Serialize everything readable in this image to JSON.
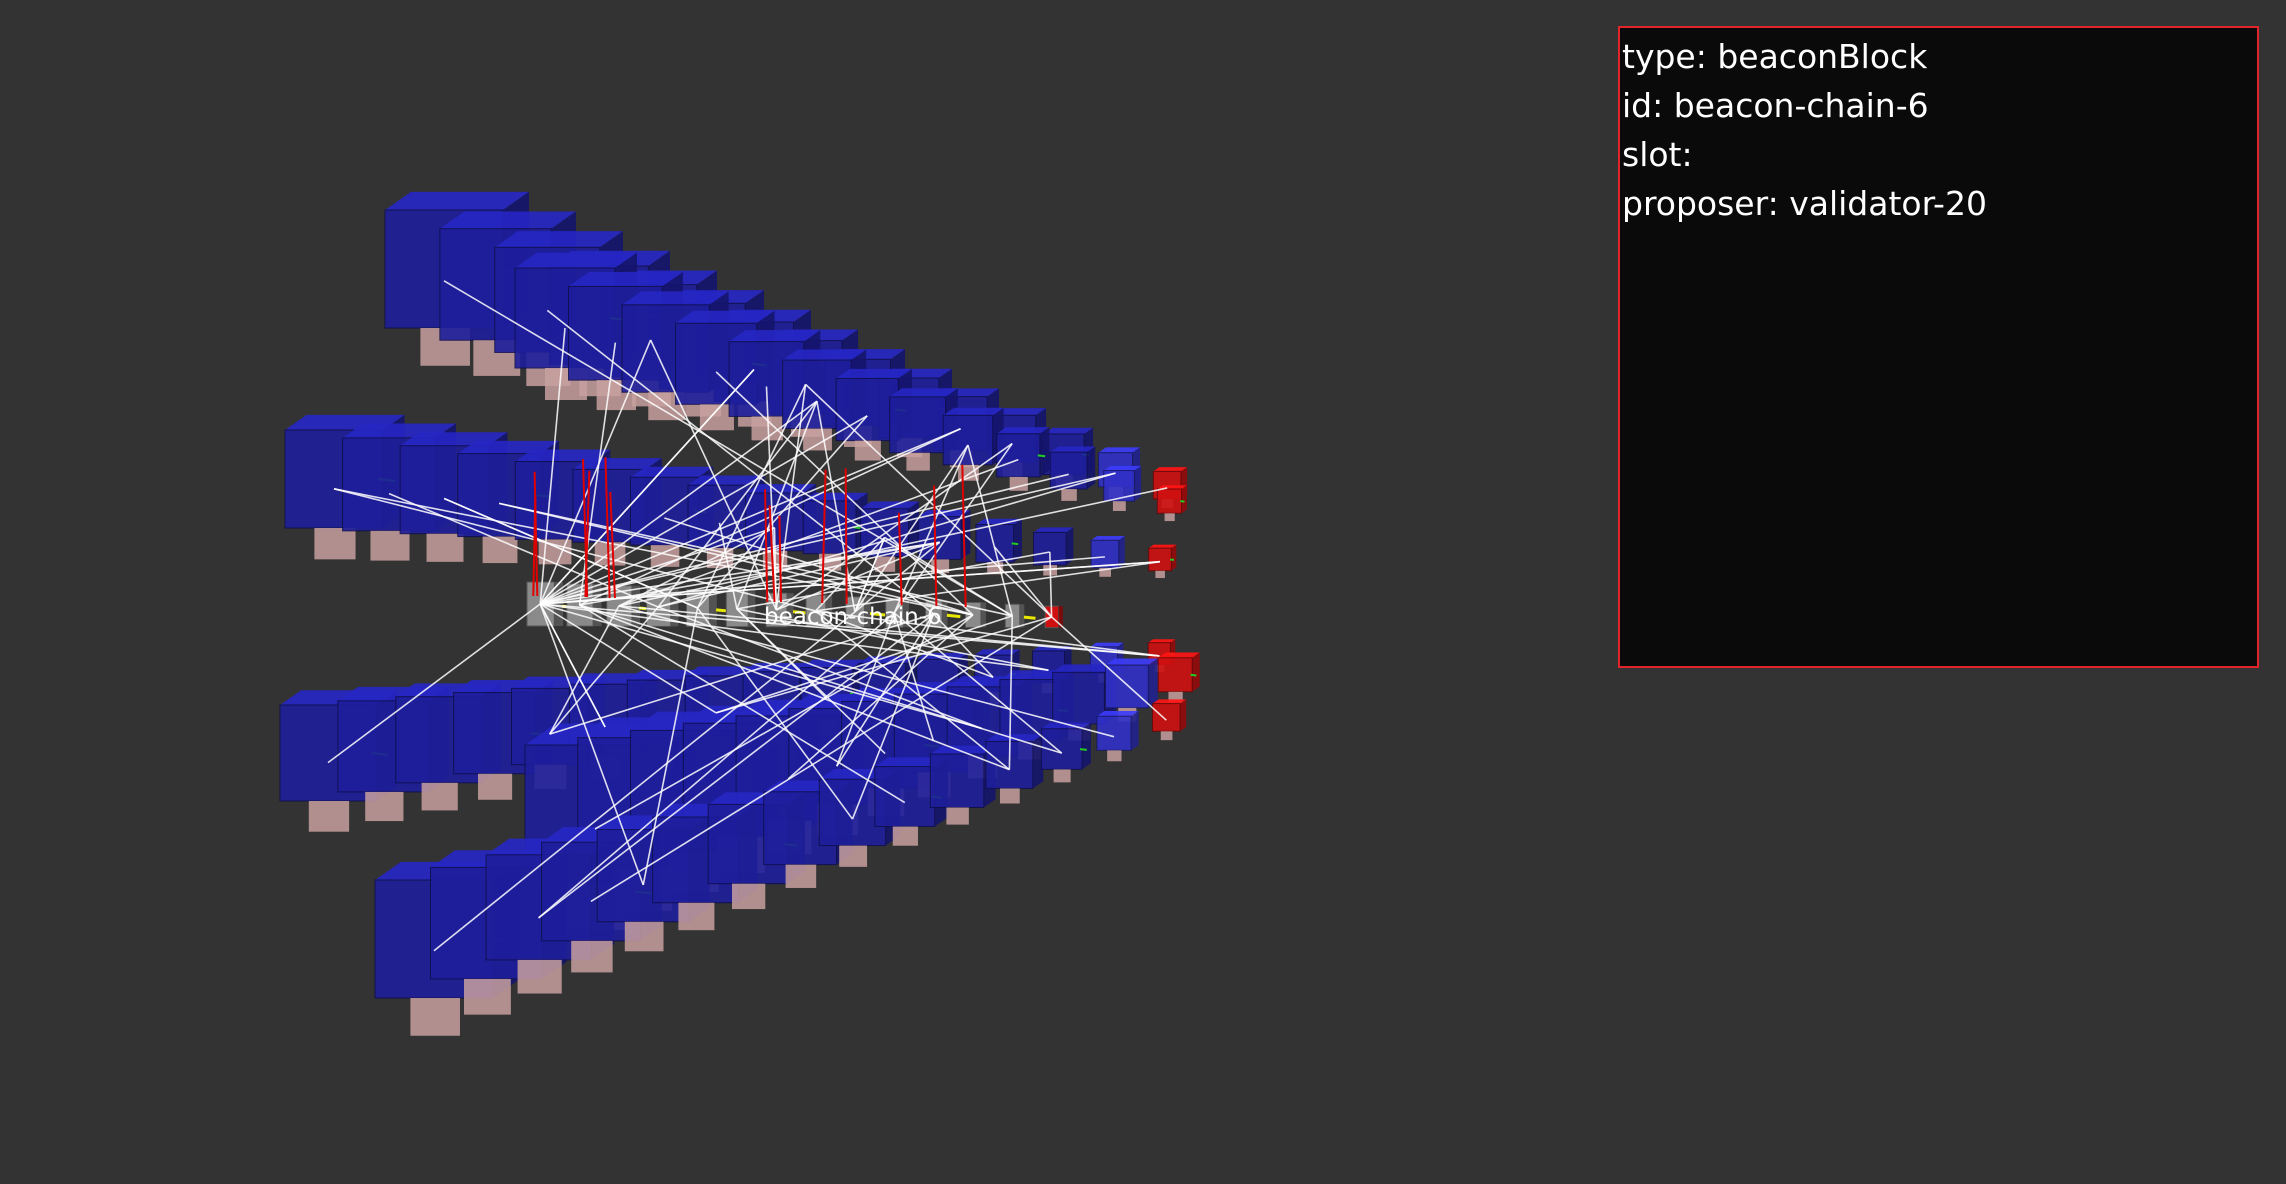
{
  "scene": {
    "selected_label": "beacon-chain-6",
    "colors": {
      "background": "#333333",
      "validator_cube": "#1e1e9c",
      "validator_base": "#c8a0a0",
      "beacon_block": "#8a8a8a",
      "link_line": "#ffffff",
      "vote_line": "#e00000",
      "chain_link": "#e8e800",
      "proposer_link": "#22cc22",
      "highlight": "#d01010"
    }
  },
  "info_panel": {
    "type_line": "type: beaconBlock",
    "id_line": "id: beacon-chain-6",
    "slot_line": "slot:",
    "proposer_line": "proposer: validator-20",
    "border_color": "#e0242c"
  }
}
